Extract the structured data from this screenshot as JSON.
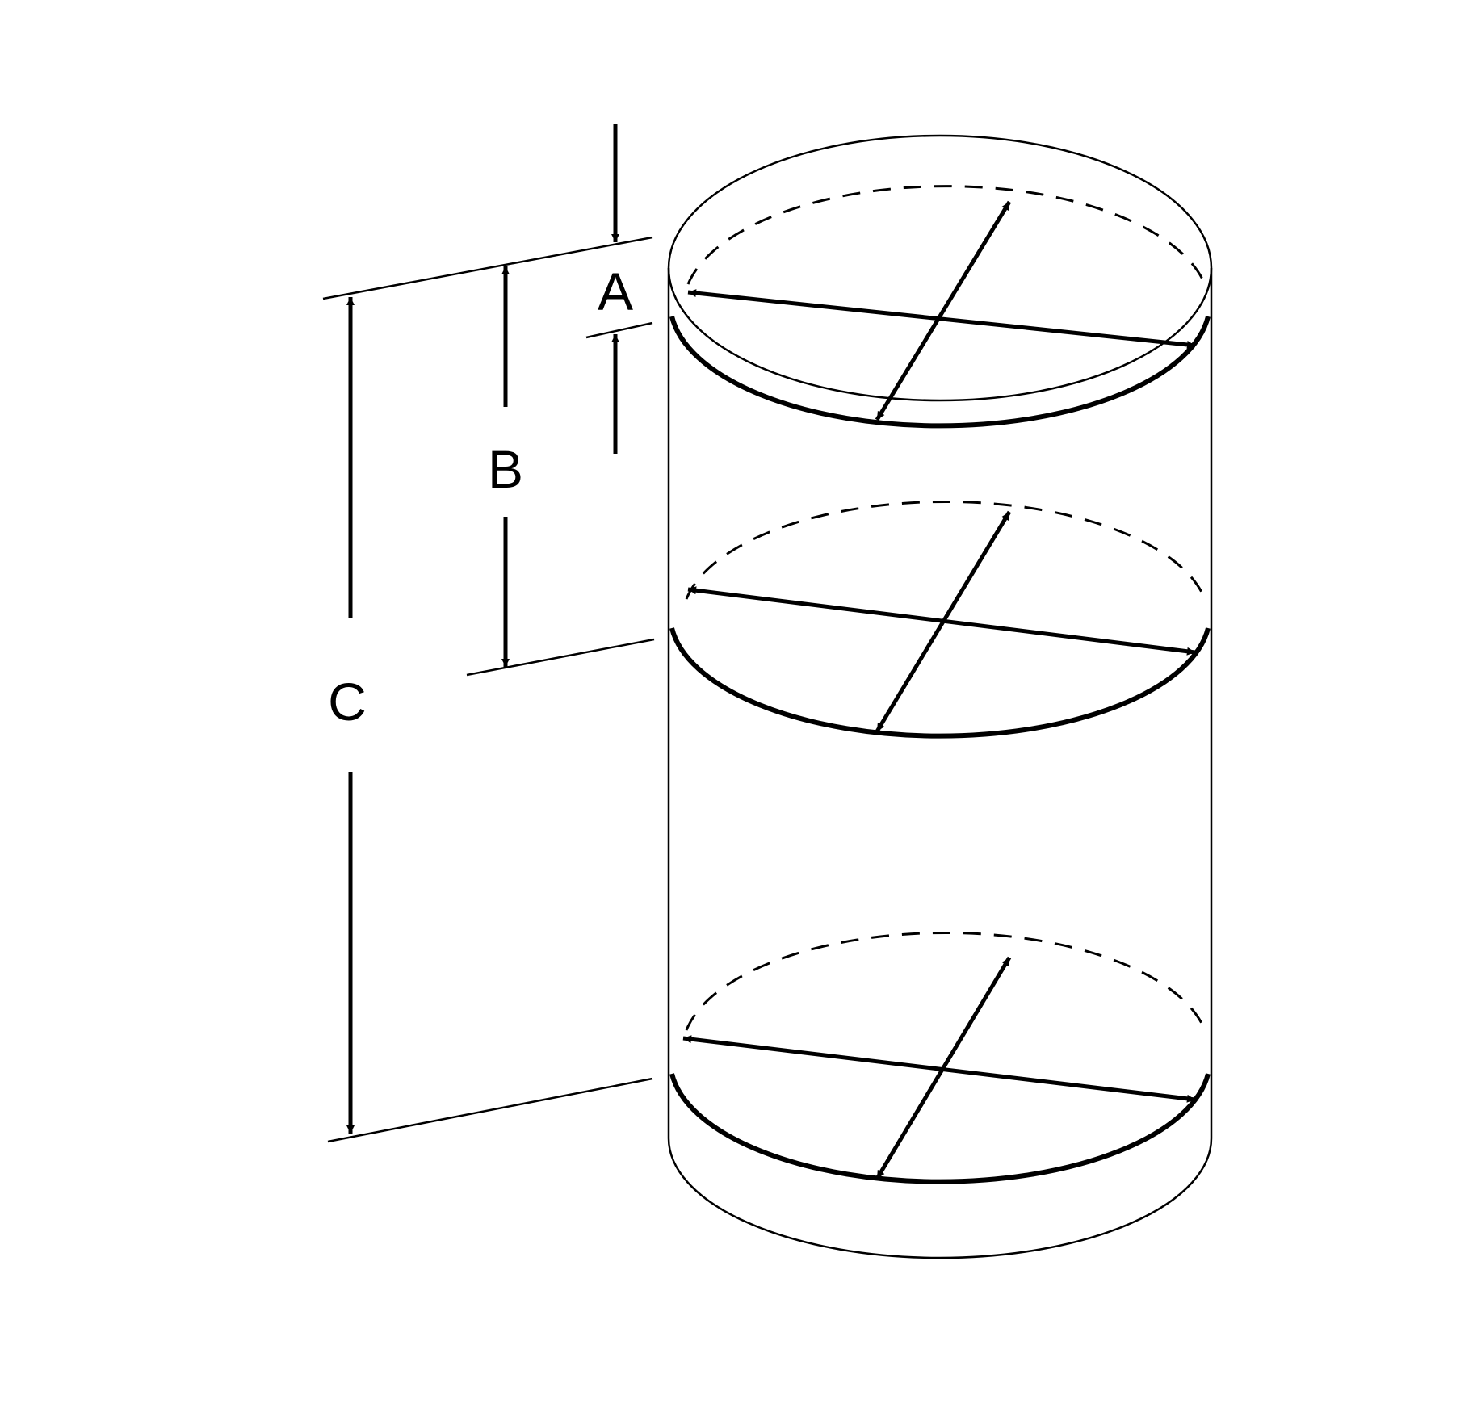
{
  "diagram": {
    "labels": {
      "a": "A",
      "b": "B",
      "c": "C"
    },
    "colors": {
      "ink": "#000000",
      "background": "#ffffff"
    }
  }
}
